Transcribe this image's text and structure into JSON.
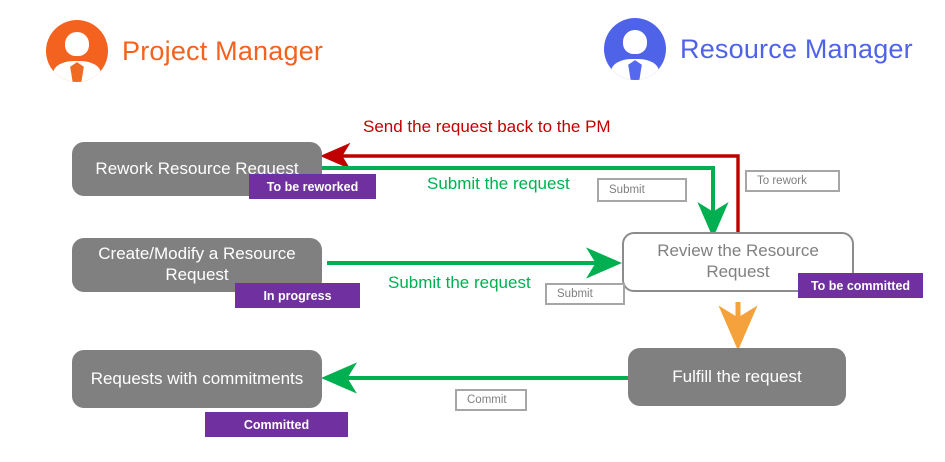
{
  "roles": [
    {
      "name": "Project Manager",
      "color": "#f4621f",
      "avatar_icon": "person-avatar-icon",
      "avatar_color": "#f4621f"
    },
    {
      "name": "Resource Manager",
      "color": "#4f63e8",
      "avatar_icon": "person-avatar-icon",
      "avatar_color": "#4f63e8"
    }
  ],
  "nodes": [
    {
      "id": "rework-resource-request",
      "label": "Rework Resource Request",
      "style": "filled",
      "badge": "To be reworked"
    },
    {
      "id": "create-modify-resource-request",
      "label": "Create/Modify a Resource Request",
      "style": "filled",
      "badge": "In progress"
    },
    {
      "id": "requests-with-commitments",
      "label": "Requests with commitments",
      "style": "filled",
      "badge": "Committed"
    },
    {
      "id": "review-the-resource-request",
      "label": "Review the Resource Request",
      "style": "outlined",
      "badge": "To be committed"
    },
    {
      "id": "fulfill-the-request",
      "label": "Fulfill the request",
      "style": "filled",
      "badge": ""
    }
  ],
  "badges": {
    "to_be_reworked": "To be reworked",
    "in_progress": "In progress",
    "committed": "Committed",
    "to_be_committed": "To be committed",
    "color": "#7030a0"
  },
  "chips": [
    {
      "id": "submit-top",
      "label": "Submit"
    },
    {
      "id": "to-rework",
      "label": "To rework"
    },
    {
      "id": "submit-middle",
      "label": "Submit"
    },
    {
      "id": "commit",
      "label": "Commit"
    }
  ],
  "edges": [
    {
      "id": "send-back-to-pm",
      "label": "Send the request back to the PM",
      "color": "#c00000",
      "from": "review-the-resource-request",
      "to": "rework-resource-request"
    },
    {
      "id": "submit-from-rework",
      "label": "Submit the request",
      "color": "#00b050",
      "from": "rework-resource-request",
      "to": "review-the-resource-request"
    },
    {
      "id": "submit-from-create",
      "label": "Submit the request",
      "color": "#00b050",
      "from": "create-modify-resource-request",
      "to": "review-the-resource-request"
    },
    {
      "id": "review-to-fulfill",
      "label": "",
      "color": "#f5a13c",
      "from": "review-the-resource-request",
      "to": "fulfill-the-request"
    },
    {
      "id": "fulfill-to-commitments",
      "label": "",
      "color": "#00b050",
      "from": "fulfill-the-request",
      "to": "requests-with-commitments"
    }
  ],
  "colors": {
    "node_fill": "#808080",
    "node_outline": "#8c8c8c",
    "badge_purple": "#7030a0",
    "green": "#00b050",
    "red": "#c00000",
    "orange": "#f5a13c",
    "chip_border": "#a6a6a6"
  }
}
